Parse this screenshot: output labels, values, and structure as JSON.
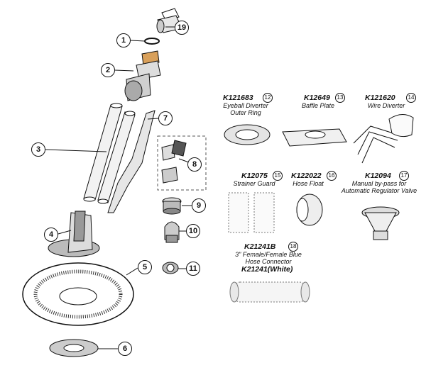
{
  "callouts": [
    "1",
    "2",
    "3",
    "4",
    "5",
    "6",
    "7",
    "8",
    "9",
    "10",
    "11",
    "19"
  ],
  "kits": [
    {
      "code": "K121683",
      "num": "12",
      "desc": [
        "Eyeball Diverter",
        "Outer Ring"
      ]
    },
    {
      "code": "K12649",
      "num": "13",
      "desc": [
        "Baffle Plate"
      ]
    },
    {
      "code": "K121620",
      "num": "14",
      "desc": [
        "Wire Diverter"
      ]
    },
    {
      "code": "K12075",
      "num": "15",
      "desc": [
        "Strainer Guard"
      ]
    },
    {
      "code": "K122022",
      "num": "16",
      "desc": [
        "Hose Float"
      ]
    },
    {
      "code": "K12094",
      "num": "17",
      "desc": [
        "Manual by-pass for",
        "Automatic Regulator Valve"
      ]
    },
    {
      "code": "K21241B",
      "num": "18",
      "desc": [
        "3\" Female/Female Blue",
        "Hose Connector"
      ],
      "code2": "K21241(White)"
    }
  ]
}
